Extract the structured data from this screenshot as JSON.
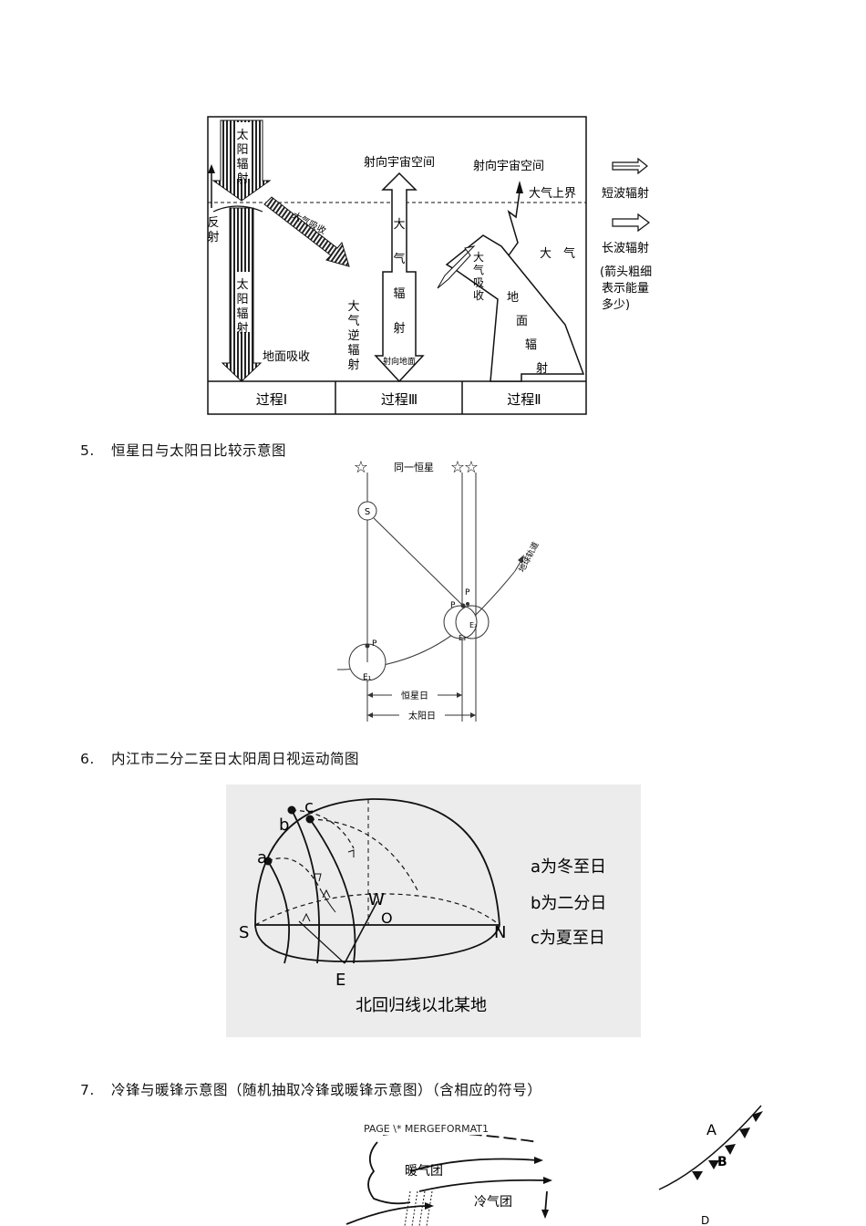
{
  "fig4": {
    "solar_rad": [
      "太",
      "阳",
      "辐",
      "射"
    ],
    "solar_rad2": [
      "太",
      "阳",
      "辐",
      "射"
    ],
    "reflect": [
      "反",
      "射"
    ],
    "atm_absorb1": "大气吸收",
    "ground_absorb": "地面吸收",
    "to_space_1": "射向宇宙空间",
    "atm_rad": [
      "大",
      "气",
      "辐",
      "射"
    ],
    "counter_rad": [
      "大",
      "气",
      "逆",
      "辐",
      "射"
    ],
    "to_ground": "射向地面",
    "to_space_2": "射向宇宙空间",
    "upper_bound": "大气上界",
    "atmosphere": "大　气",
    "atm_absorb2": [
      "大",
      "气",
      "吸",
      "收"
    ],
    "ground_rad": [
      "地",
      "面",
      "辐",
      "射"
    ],
    "process": [
      "过程Ⅰ",
      "过程Ⅲ",
      "过程Ⅱ"
    ],
    "legend": {
      "short": "短波辐射",
      "long": "长波辐射",
      "note": [
        "(箭头粗细",
        "表示能量",
        "多少)"
      ]
    }
  },
  "section5": {
    "num": "5.",
    "title": "恒星日与太阳日比较示意图"
  },
  "fig5": {
    "same_star": "同一恒星",
    "s": "S",
    "p": "P",
    "e1": "E₁",
    "e2": "E₂",
    "e3": "E₃",
    "orbit": "地球轨道",
    "sidereal": "恒星日",
    "solar": "太阳日"
  },
  "section6": {
    "num": "6.",
    "title": "内江市二分二至日太阳周日视运动简图"
  },
  "fig6": {
    "a": "a",
    "b": "b",
    "c": "c",
    "s": "S",
    "n": "N",
    "e": "E",
    "w": "W",
    "o": "O",
    "legend": [
      "a为冬至日",
      "b为二分日",
      "c为夏至日"
    ],
    "caption": "北回归线以北某地"
  },
  "section7": {
    "num": "7.",
    "title": "冷锋与暖锋示意图（随机抽取冷锋或暖锋示意图）（含相应的符号）"
  },
  "fig7": {
    "warm": "暖气团",
    "cold": "冷气团",
    "a": "A",
    "b": "B",
    "d": "D"
  },
  "footer": "PAGE   \\* MERGEFORMAT1"
}
